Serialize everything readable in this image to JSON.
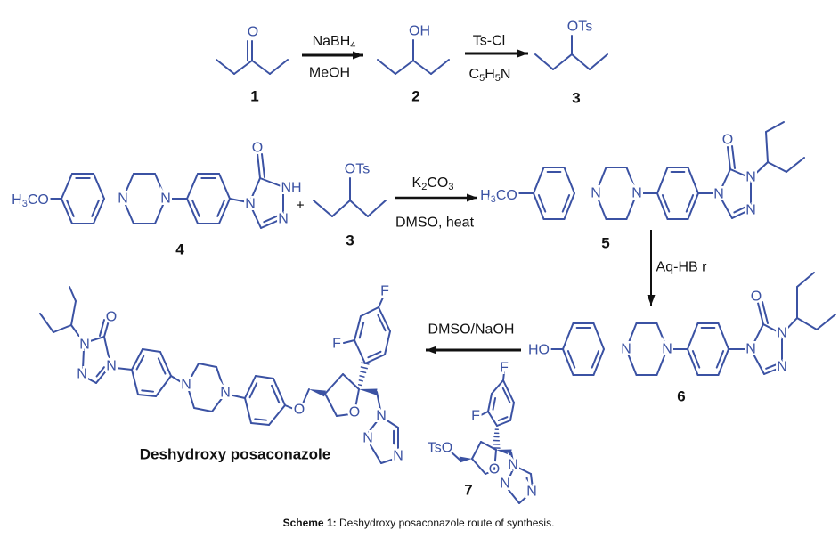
{
  "colors": {
    "structure": "#3b52a3",
    "text": "#111111"
  },
  "atoms": {
    "O": "O",
    "N": "N",
    "NH": "NH",
    "F": "F",
    "OH": "OH",
    "OTs": "OTs",
    "TsO": "TsO",
    "HO": "HO",
    "H3CO": {
      "h": "H",
      "sub": "3",
      "rest": "CO"
    }
  },
  "reagents": {
    "step1_above": {
      "text": "NaBH",
      "sub": "4"
    },
    "step1_below": "MeOH",
    "step2_above": "Ts-Cl",
    "step2_below": {
      "a": "C",
      "sub1": "5",
      "b": "H",
      "sub2": "5",
      "c": "N"
    },
    "step3_above": {
      "a": "K",
      "sub1": "2",
      "b": "CO",
      "sub2": "3"
    },
    "step3_below": "DMSO, heat",
    "step4": "Aq-HB r",
    "step5": "DMSO/NaOH",
    "plus": "+"
  },
  "compounds": {
    "c1": "1",
    "c2": "2",
    "c3": "3",
    "c4": "4",
    "c5": "5",
    "c6": "6",
    "c7": "7"
  },
  "product_name": "Deshydroxy posaconazole",
  "caption": {
    "label": "Scheme 1:",
    "text": " Deshydroxy posaconazole route of synthesis."
  }
}
